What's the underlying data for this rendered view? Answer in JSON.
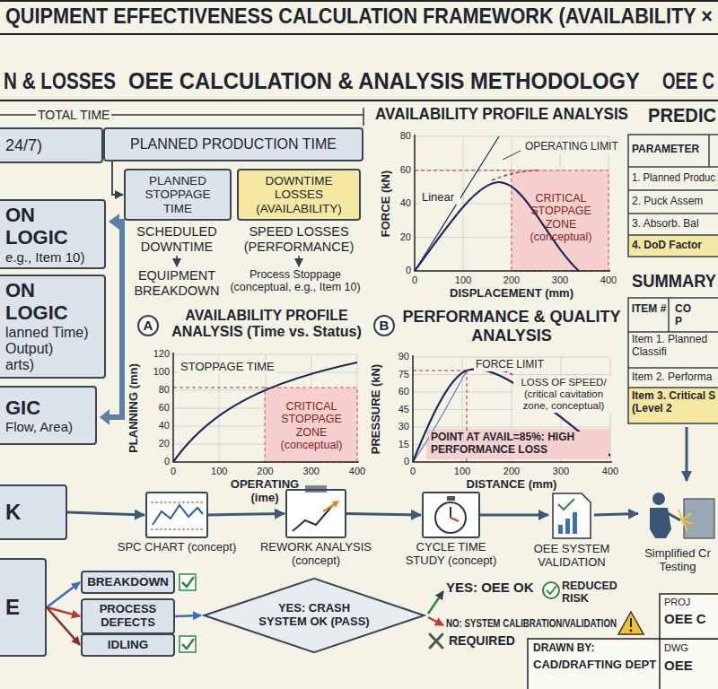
{
  "diagram": {
    "title": "QUIPMENT EFFECTIVENESS CALCULATION FRAMEWORK (AVAILABILITY ×",
    "nodes": [
      {
        "text": [
          "24/7)"
        ]
      },
      {
        "text": [
          "PLANNED PRODUCTION TIME"
        ]
      },
      {
        "text": [
          "PLANNED STOPPAGE TIME"
        ]
      },
      {
        "text": [
          "DOWNTIME LOSSES (AVAILABILITY)"
        ]
      },
      {
        "text": [
          "ON LOGIC",
          "e.g., Item 10)"
        ]
      },
      {
        "text": [
          "ON LOGIC",
          "lanned Time)",
          "Output)",
          "arts)"
        ]
      },
      {
        "text": [
          "GIC",
          "Flow, Area)"
        ]
      },
      {
        "text": [
          "A"
        ]
      },
      {
        "text": [
          "B"
        ]
      },
      {
        "text": [
          "K"
        ]
      },
      {
        "text": [
          "SPC CHART (concept)"
        ]
      },
      {
        "text": [
          "REWORK ANALYSIS (concept)"
        ]
      },
      {
        "text": [
          "CYCLE TIME STUDY (concept)"
        ]
      },
      {
        "text": [
          "OEE SYSTEM VALIDATION"
        ]
      },
      {
        "text": [
          "Simplified Cr Testing"
        ]
      },
      {
        "text": [
          "E"
        ]
      },
      {
        "text": [
          "BREAKDOWN"
        ]
      },
      {
        "text": [
          "PROCESS DEFECTS"
        ]
      },
      {
        "text": [
          "IDLING"
        ]
      },
      {
        "text": [
          "YES: CRASH SYSTEM OK (PASS)"
        ]
      }
    ],
    "edges": [
      {
        "from": 1,
        "to": 2,
        "arrow": "to"
      },
      {
        "from": 9,
        "to": 10,
        "arrow": "to"
      },
      {
        "from": 10,
        "to": 11,
        "arrow": "to"
      },
      {
        "from": 11,
        "to": 12,
        "arrow": "to"
      },
      {
        "from": 12,
        "to": 13,
        "arrow": "to"
      },
      {
        "from": 13,
        "to": 14,
        "arrow": "to"
      },
      {
        "from": 15,
        "to": 16,
        "arrow": "to"
      },
      {
        "from": 15,
        "to": 17,
        "arrow": "to"
      },
      {
        "from": 15,
        "to": 18,
        "arrow": "to"
      },
      {
        "from": 17,
        "to": 19,
        "arrow": "to"
      }
    ],
    "labels": [
      "N & LOSSES",
      "OEE CALCULATION & ANALYSIS METHODOLOGY",
      "OEE C",
      "TOTAL TIME",
      "SCHEDULED DOWNTIME",
      "EQUIPMENT BREAKDOWN",
      "SPEED LOSSES (PERFORMANCE)",
      "Process Stoppage (conceptual, e.g., Item 10)",
      "AVAILABILITY PROFILE ANALYSIS",
      "FORCE (kN)",
      "DISPLACEMENT (mm)",
      "OPERATING LIMIT",
      "Linear",
      "CRITICAL STOPPAGE ZONE (conceptual)",
      "0",
      "20",
      "40",
      "60",
      "80",
      "0",
      "100",
      "200",
      "300",
      "400",
      "AVAILABILITY PROFILE ANALYSIS (Time vs. Status)",
      "PLANNING (mn)",
      "OPERATING (ime)",
      "STOPPAGE TIME",
      "CRITICAL STOPPAGE ZONE (conceptual)",
      "0",
      "20",
      "40",
      "60",
      "80",
      "100",
      "120",
      "0",
      "100",
      "200",
      "300",
      "400",
      "PERFORMANCE & QUALITY ANALYSIS",
      "PRESSURE (kN)",
      "DISTANCE (mm)",
      "FORCE LIMIT",
      "LOSS OF SPEED/ (critical cavitation zone, conceptual)",
      "POINT AT AVAIL=85%: HIGH PERFORMANCE LOSS",
      "0",
      "15",
      "30",
      "45",
      "60",
      "75",
      "90",
      "0",
      "100",
      "200",
      "300",
      "400",
      "PREDIC",
      "PARAMETER",
      "1. Planned Produc",
      "2. Puck Assem",
      "3. Absorb. Bal",
      "4. DoD Factor",
      "SUMMARY",
      "ITEM #",
      "CO P",
      "Item 1. Planned Classifi",
      "Item 2. Performa",
      "Item 3. Critical S (Level 2",
      "YES: OEE OK",
      "NO: SYSTEM CALIBRATION/VALIDATION",
      "REQUIRED",
      "REDUCED RISK",
      "DRAWN BY:",
      "CAD/DRAFTING DEPT",
      "PROJ",
      "OEE C",
      "DWG",
      "OEE"
    ]
  }
}
